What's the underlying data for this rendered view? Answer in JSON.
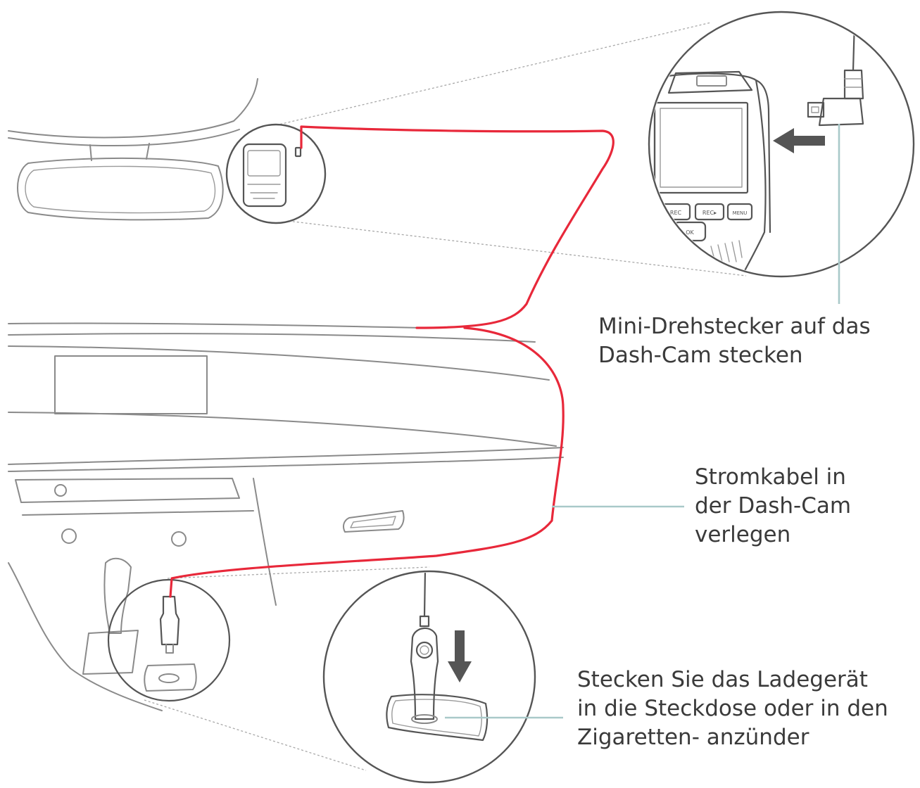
{
  "callouts": {
    "mini_plug": "Mini-Drehstecker auf das\nDash-Cam stecken",
    "power_cable": "Stromkabel in\nder Dash-Cam\nverlegen",
    "charger": "Stecken Sie das Ladegerät\nin die Steckdose oder in den\nZigaretten- anzünder"
  },
  "camera_buttons": {
    "button_1": "REC",
    "button_2": "REC▸",
    "button_3": "OK",
    "button_4": "MENU"
  },
  "colors": {
    "cable": "#e8283a",
    "leader_line": "#a9c9c9",
    "outline": "#8a8a8a",
    "arrow": "#555555",
    "text": "#3a3a3a"
  }
}
